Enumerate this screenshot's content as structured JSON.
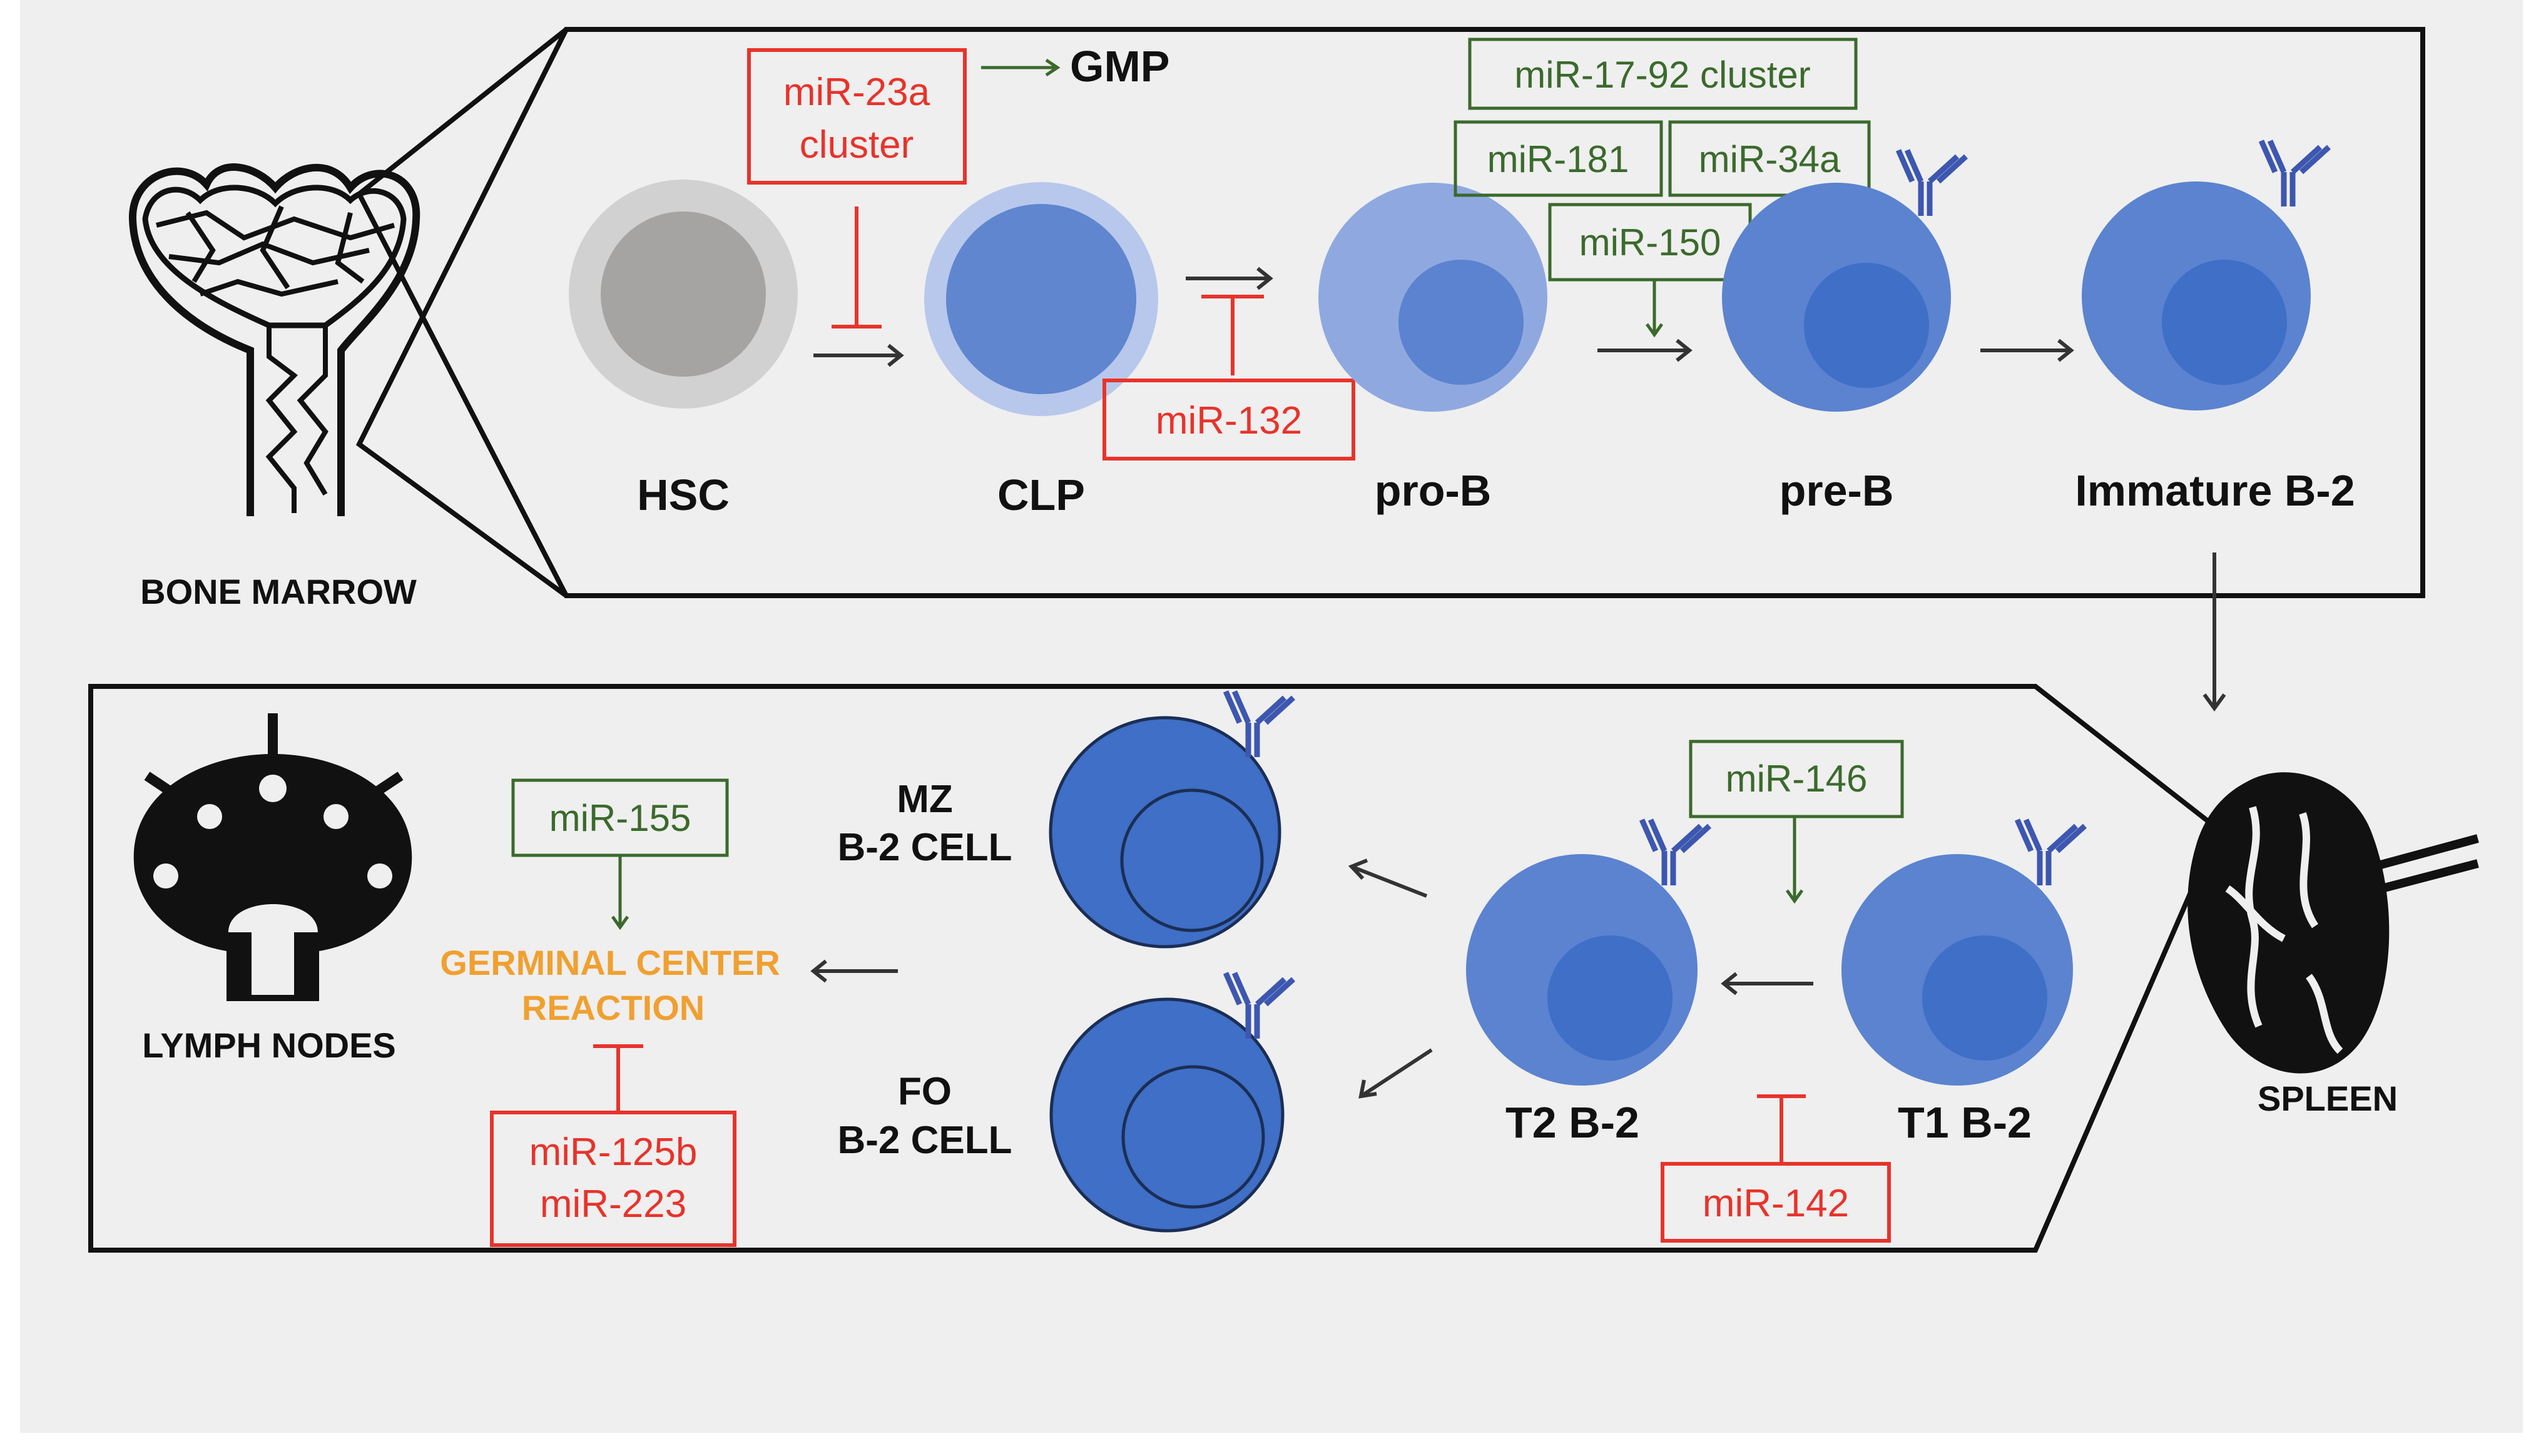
{
  "colors": {
    "background": "#efefef",
    "red": "#e8332b",
    "green": "#3b6a2c",
    "orange": "#f0a030",
    "cellBlue": "#5b83cf",
    "cellBlueLight": "#8fa9e0",
    "cellBlueDark": "#3f6fc6",
    "hscGray": "#a6a3a3",
    "hscGrayLight": "#d2d1d1",
    "antibody": "#3d57b0",
    "line": "#111111"
  },
  "organs": {
    "bone_marrow": "BONE MARROW",
    "lymph_nodes": "LYMPH NODES",
    "spleen": "SPLEEN"
  },
  "cells": {
    "hsc": "HSC",
    "clp": "CLP",
    "pro_b": "pro-B",
    "pre_b": "pre-B",
    "immature_b2": "Immature B-2",
    "t1_b2": "T1 B-2",
    "t2_b2": "T2 B-2",
    "mz_line1": "MZ",
    "mz_line2": "B-2 CELL",
    "fo_line1": "FO",
    "fo_line2": "B-2 CELL",
    "gmp": "GMP"
  },
  "process": {
    "gc_line1": "GERMINAL CENTER",
    "gc_line2": "REACTION"
  },
  "mirnas": {
    "mir23a_line1": "miR-23a",
    "mir23a_line2": "cluster",
    "mir132": "miR-132",
    "mir17_92": "miR-17-92 cluster",
    "mir181": "miR-181",
    "mir34a": "miR-34a",
    "mir150": "miR-150",
    "mir146": "miR-146",
    "mir142": "miR-142",
    "mir155": "miR-155",
    "mir125b": "miR-125b",
    "mir223": "miR-223"
  }
}
